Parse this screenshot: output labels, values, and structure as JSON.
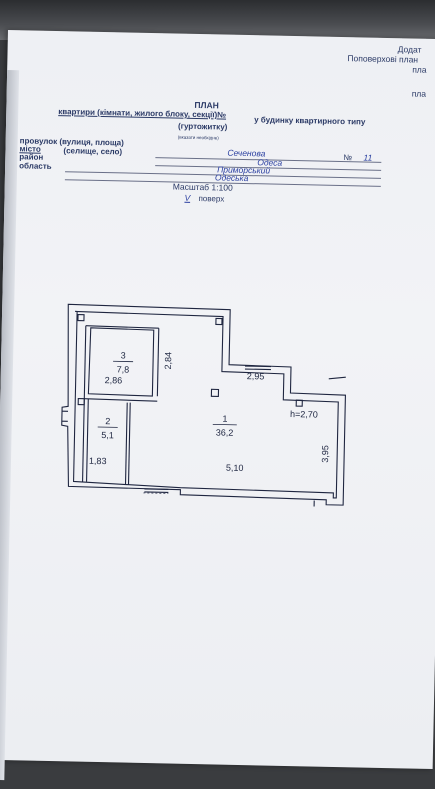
{
  "header": {
    "top_right_1": "Додат",
    "top_right_2": "Поповерхові план",
    "top_right_3": "пла",
    "top_right_4": "пла"
  },
  "title": {
    "plan": "ПЛАН",
    "object_line": "квартири (кімнати, жилого блоку, секції)№",
    "building_type": "у будинку квартирного типу",
    "hostel": "(гуртожитку)",
    "note": "(вказати необхідне)"
  },
  "address": {
    "street_label": "провулок (вулиця, площа)",
    "street_value": "Сеченова",
    "number_label": "№",
    "number_value": "11",
    "city_label": "місто",
    "city_sub": "(селище, село)",
    "city_value": "Одеса",
    "district_label": "район",
    "district_value": "Приморський",
    "region_label": "область",
    "region_value": "Одеська"
  },
  "scale": {
    "label": "Масштаб 1:100",
    "floor_value": "V",
    "floor_label": "поверх"
  },
  "rooms": [
    {
      "number": "3",
      "area": "7,8"
    },
    {
      "number": "2",
      "area": "5,1"
    },
    {
      "number": "1",
      "area": "36,2"
    }
  ],
  "dimensions": {
    "d284": "2,84",
    "d286": "2,86",
    "d295": "2,95",
    "height": "h=2,70",
    "d395": "3,95",
    "d183": "1,83",
    "d510": "5,10"
  }
}
